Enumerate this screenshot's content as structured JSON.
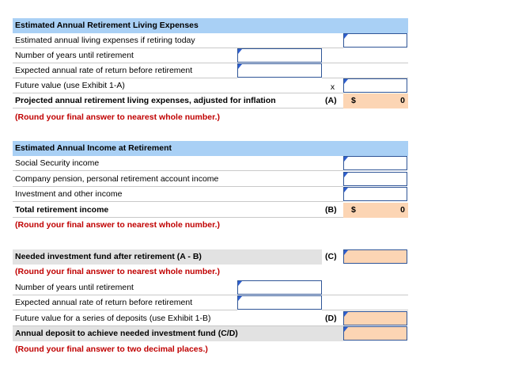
{
  "section1": {
    "header": "Estimated Annual Retirement Living Expenses",
    "rows": [
      "Estimated annual living expenses if retiring today",
      "Number of years until retirement",
      "Expected annual rate of return before retirement",
      "Future value (use Exhibit 1-A)",
      "Projected annual retirement living expenses, adjusted for inflation",
      "(Round your final answer to nearest whole number.)"
    ],
    "multiply_sign": "x",
    "result_tag": "(A)",
    "currency": "$",
    "result_value": "0"
  },
  "section2": {
    "header": "Estimated Annual Income at Retirement",
    "rows": [
      "Social Security income",
      "Company pension, personal retirement account income",
      "Investment and other income",
      "Total retirement income",
      "(Round your final answer to nearest whole number.)"
    ],
    "result_tag": "(B)",
    "currency": "$",
    "result_value": "0"
  },
  "section3": {
    "rows": [
      "Needed investment fund after retirement (A - B)",
      "(Round your final answer to nearest whole number.)",
      "Number of years until retirement",
      "Expected annual rate of return before retirement",
      "Future value for a series of deposits (use Exhibit 1-B)",
      "Annual deposit to achieve needed investment fund (C/D)",
      "(Round your final answer to two decimal places.)"
    ],
    "tag_c": "(C)",
    "tag_d": "(D)"
  },
  "colors": {
    "header": "#a9d0f5",
    "answer": "#fcd5b4",
    "label_red": "#c00000",
    "input_border": "#2f5597",
    "flag": "#2f5fd0"
  }
}
